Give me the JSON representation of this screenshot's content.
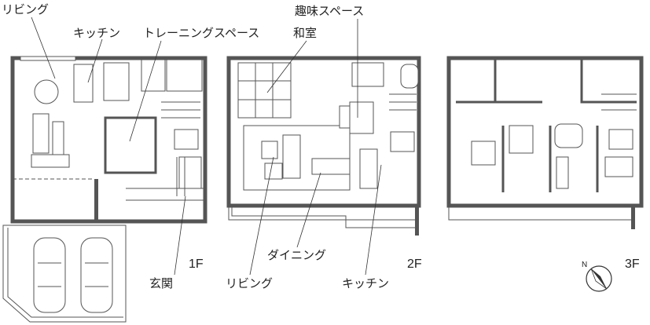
{
  "labels": {
    "living_1f": "リビング",
    "kitchen_1f": "キッチン",
    "training_space": "トレーニングスペース",
    "washitsu": "和室",
    "hobby_space": "趣味スペース",
    "entrance": "玄関",
    "dining": "ダイニング",
    "living_2f": "リビング",
    "kitchen_2f": "キッチン"
  },
  "floors": {
    "f1": "1F",
    "f2": "2F",
    "f3": "3F"
  },
  "compass": {
    "label": "N"
  },
  "colors": {
    "wall": "#555555"
  }
}
